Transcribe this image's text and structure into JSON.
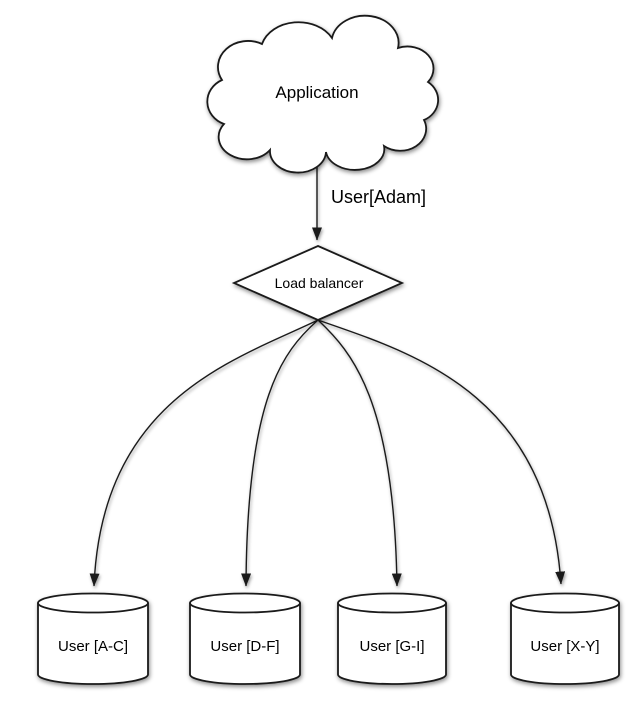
{
  "diagram": {
    "background_color": "#ffffff",
    "stroke_color": "#1a1a1a",
    "text_color": "#000000",
    "fill_color": "#ffffff",
    "nodes": {
      "application": {
        "shape": "cloud",
        "label": "Application"
      },
      "load_balancer": {
        "shape": "diamond",
        "label": "Load balancer"
      },
      "shard_ac": {
        "shape": "cylinder",
        "label": "User [A-C]"
      },
      "shard_df": {
        "shape": "cylinder",
        "label": "User [D-F]"
      },
      "shard_gi": {
        "shape": "cylinder",
        "label": "User [G-I]"
      },
      "shard_xy": {
        "shape": "cylinder",
        "label": "User [X-Y]"
      }
    },
    "edges": {
      "app_to_lb": {
        "from": "application",
        "to": "load_balancer",
        "label": "User[Adam]"
      },
      "lb_to_ac": {
        "from": "load_balancer",
        "to": "shard_ac",
        "label": ""
      },
      "lb_to_df": {
        "from": "load_balancer",
        "to": "shard_df",
        "label": ""
      },
      "lb_to_gi": {
        "from": "load_balancer",
        "to": "shard_gi",
        "label": ""
      },
      "lb_to_xy": {
        "from": "load_balancer",
        "to": "shard_xy",
        "label": ""
      }
    }
  }
}
